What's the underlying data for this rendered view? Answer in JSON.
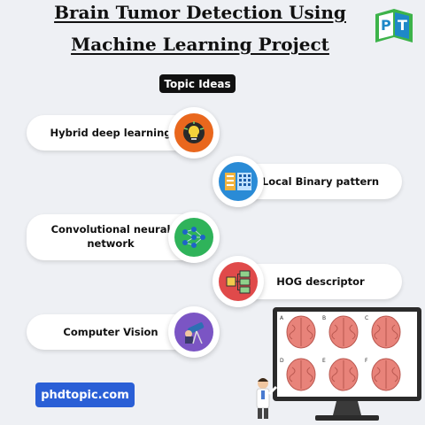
{
  "header": {
    "title_line1": "Brain Tumor Detection Using",
    "title_line2": "Machine Learning Project"
  },
  "logo": {
    "letters": [
      "P",
      "T"
    ]
  },
  "badge": {
    "label": "Topic Ideas"
  },
  "topics": [
    {
      "label": "Hybrid deep learning",
      "side": "left",
      "icon": "lightbulb-brain-icon",
      "color": "#e9671d"
    },
    {
      "label": "Local Binary pattern",
      "side": "right",
      "icon": "binary-pattern-icon",
      "color": "#2a8bd6"
    },
    {
      "label": "Convolutional neural network",
      "side": "left",
      "icon": "neural-network-icon",
      "color": "#2fb35a"
    },
    {
      "label": "HOG descriptor",
      "side": "right",
      "icon": "flowchart-icon",
      "color": "#e04a4a"
    },
    {
      "label": "Computer Vision",
      "side": "left",
      "icon": "telescope-icon",
      "color": "#7b55c4"
    }
  ],
  "footer": {
    "site": "phdtopic.com"
  },
  "illustration": {
    "panel_labels": [
      "A",
      "B",
      "C",
      "D",
      "E",
      "F"
    ],
    "brain_color": "#e8837a"
  }
}
